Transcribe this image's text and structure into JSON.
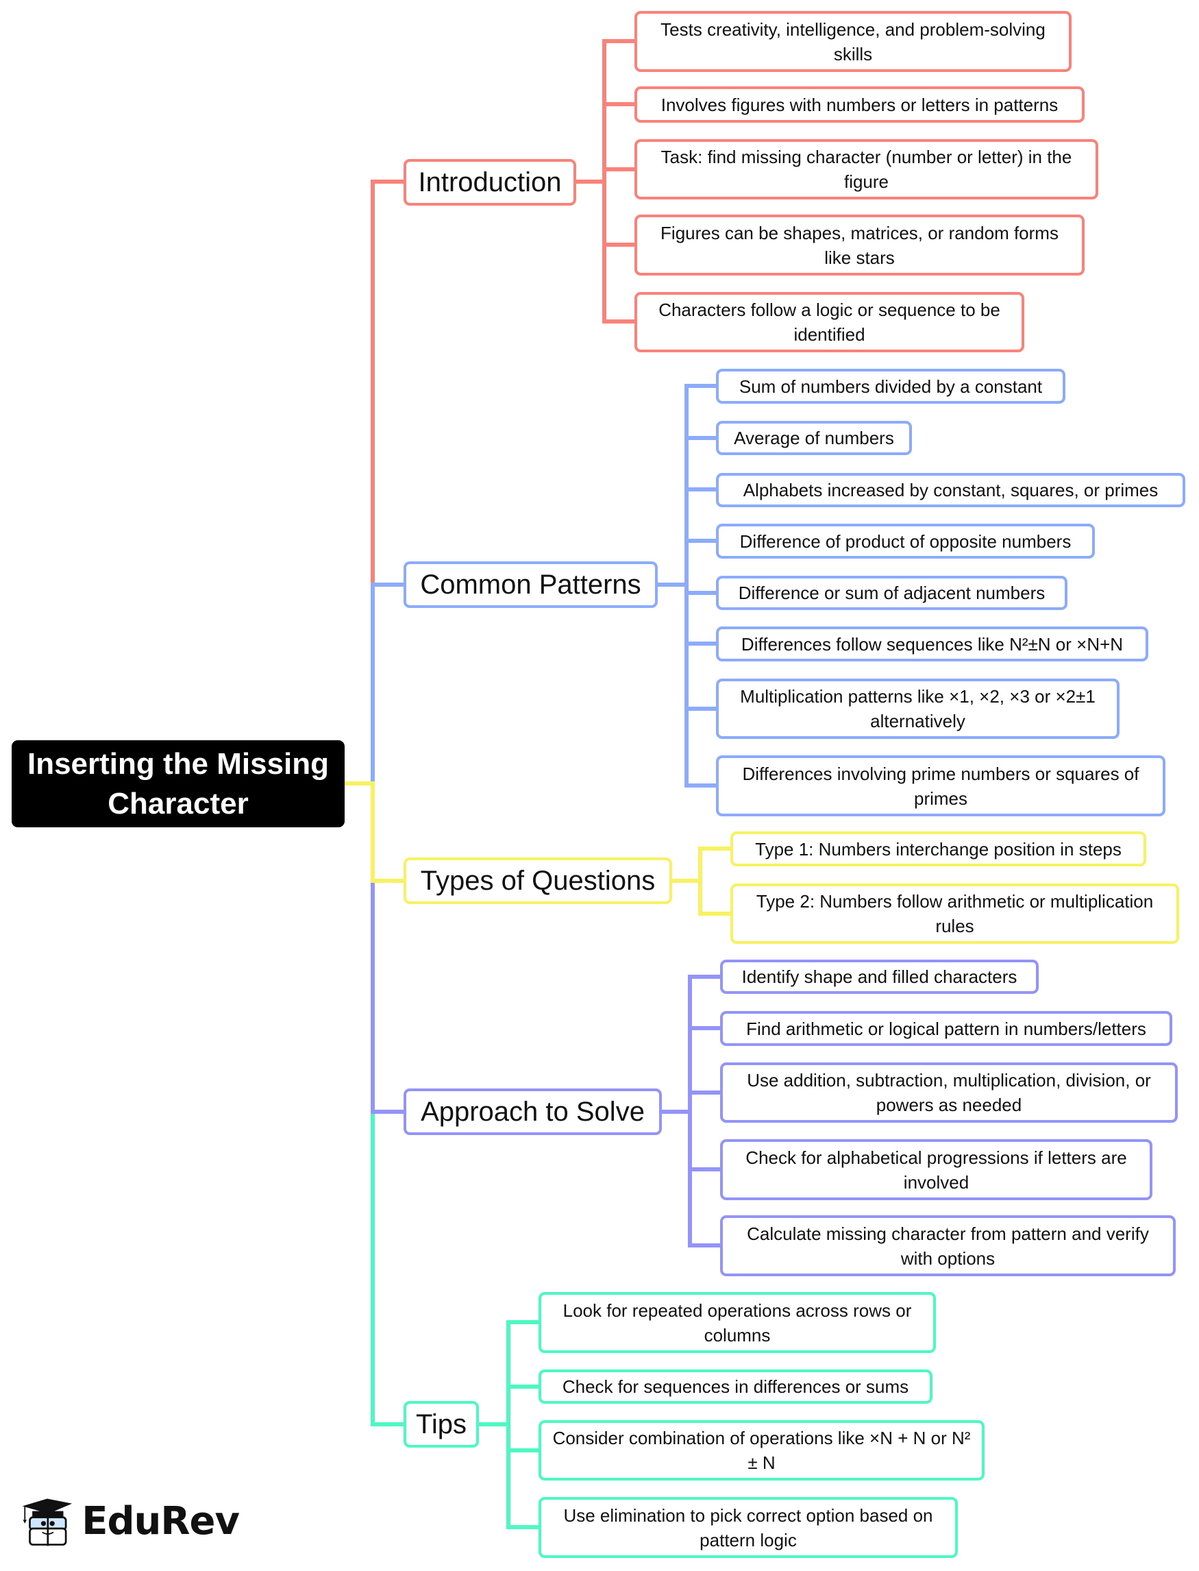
{
  "title": "Inserting the Missing Character",
  "colors": {
    "introduction": "#f9837a",
    "common_patterns": "#8cabfb",
    "types_of_questions": "#f6f264",
    "approach_to_solve": "#9494f8",
    "tips": "#4ef8c2",
    "root_background": "#000000"
  },
  "branches": [
    {
      "label": "Introduction",
      "children": [
        "Tests creativity, intelligence, and problem-solving skills",
        "Involves figures with numbers or letters in patterns",
        "Task: find missing character (number or letter) in the figure",
        "Figures can be shapes, matrices, or random forms like stars",
        "Characters follow a logic or sequence to be identified"
      ]
    },
    {
      "label": "Common Patterns",
      "children": [
        "Sum of numbers divided by a constant",
        "Average of numbers",
        "Alphabets increased by constant, squares, or primes",
        "Difference of product of opposite numbers",
        "Difference or sum of adjacent numbers",
        "Differences follow sequences like N²±N or ×N+N",
        "Multiplication patterns like ×1, ×2, ×3 or ×2±1 alternatively",
        "Differences involving prime numbers or squares of primes"
      ]
    },
    {
      "label": "Types of Questions",
      "children": [
        "Type 1: Numbers interchange position in steps",
        "Type 2: Numbers follow arithmetic or multiplication rules"
      ]
    },
    {
      "label": "Approach to Solve",
      "children": [
        "Identify shape and filled characters",
        "Find arithmetic or logical pattern in numbers/letters",
        "Use addition, subtraction, multiplication, division, or powers as needed",
        "Check for alphabetical progressions if letters are involved",
        "Calculate missing character from pattern and verify with options"
      ]
    },
    {
      "label": "Tips",
      "children": [
        "Look for repeated operations across rows or columns",
        "Check for sequences in differences or sums",
        "Consider combination of operations like ×N + N or N² ± N",
        "Use elimination to pick correct option based on pattern logic"
      ]
    }
  ],
  "logo": {
    "text": "EduRev",
    "icon": "graduation-cap-mascot-icon"
  }
}
